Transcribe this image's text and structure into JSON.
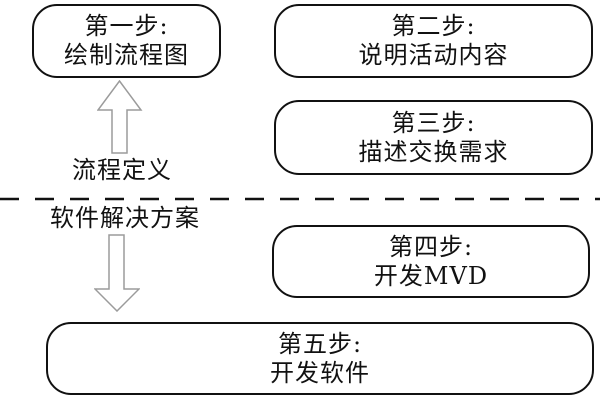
{
  "figure": {
    "steps": [
      {
        "title": "第一步:",
        "desc": "绘制流程图"
      },
      {
        "title": "第二步:",
        "desc": "说明活动内容"
      },
      {
        "title": "第三步:",
        "desc": "描述交换需求"
      },
      {
        "title": "第四步:",
        "desc": "开发MVD"
      },
      {
        "title": "第五步:",
        "desc": "开发软件"
      }
    ],
    "zone_labels": {
      "top": "流程定义",
      "bottom": "软件解决方案"
    },
    "colors": {
      "border": "#111111",
      "text": "#111111",
      "arrow": "#9b9b9b",
      "divider": "#111111",
      "background": "#ffffff"
    }
  }
}
